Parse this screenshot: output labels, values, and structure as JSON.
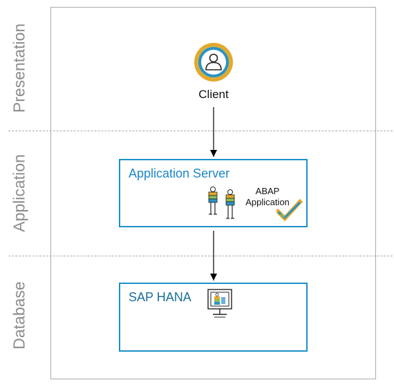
{
  "tiers": {
    "presentation": "Presentation",
    "application": "Application",
    "database": "Database"
  },
  "client": {
    "label": "Client",
    "icon": "user-circle-icon"
  },
  "app_server": {
    "title": "Application Server",
    "abap_line1": "ABAP",
    "abap_line2": "Application",
    "icons": [
      "people-icon",
      "check-icon"
    ]
  },
  "hana": {
    "title": "SAP HANA",
    "icon": "monitor-icon"
  },
  "colors": {
    "box_border": "#1b90c9",
    "title_blue": "#1b86c4",
    "hana_title": "#1a6d96",
    "gold": "#e5a82a",
    "tier_text": "#8c8c8c"
  }
}
